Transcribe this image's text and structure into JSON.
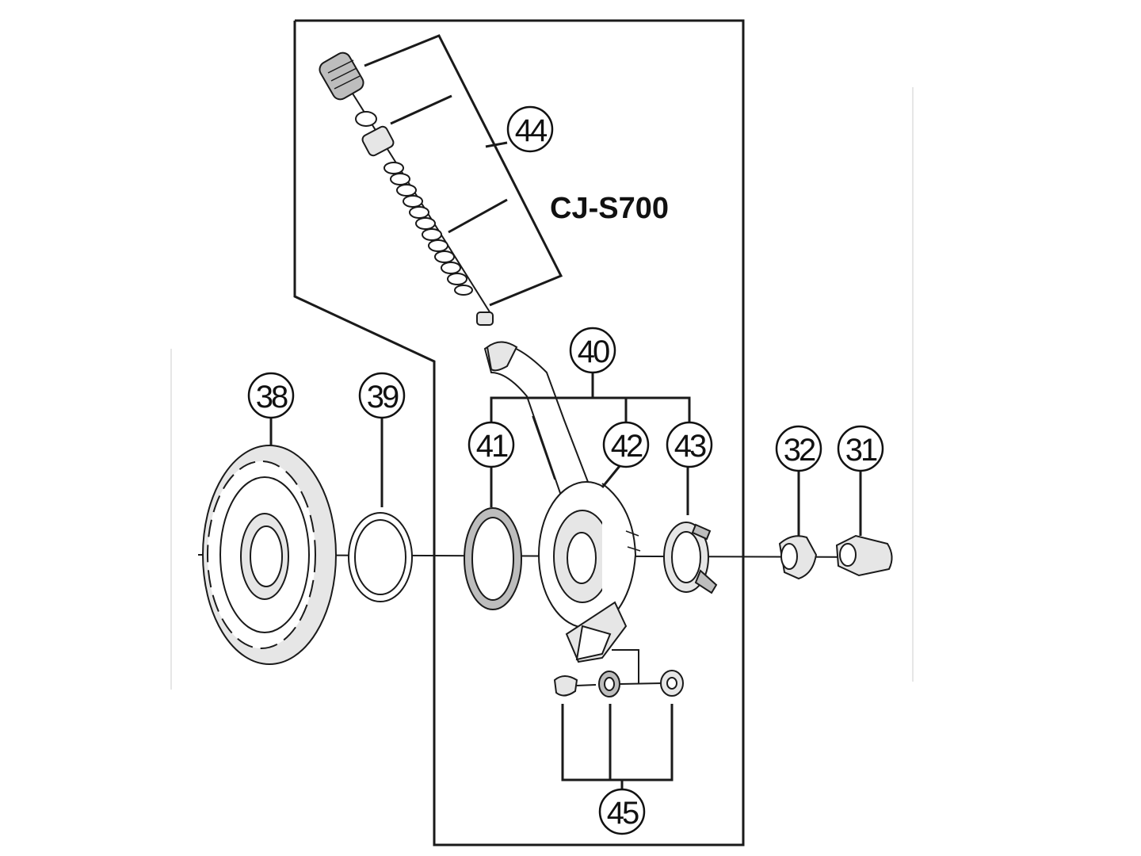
{
  "diagram": {
    "title": "CJ-S700",
    "callouts": {
      "p31": "31",
      "p32": "32",
      "p38": "38",
      "p39": "39",
      "p40": "40",
      "p41": "41",
      "p42": "42",
      "p43": "43",
      "p44": "44",
      "p45": "45"
    }
  }
}
